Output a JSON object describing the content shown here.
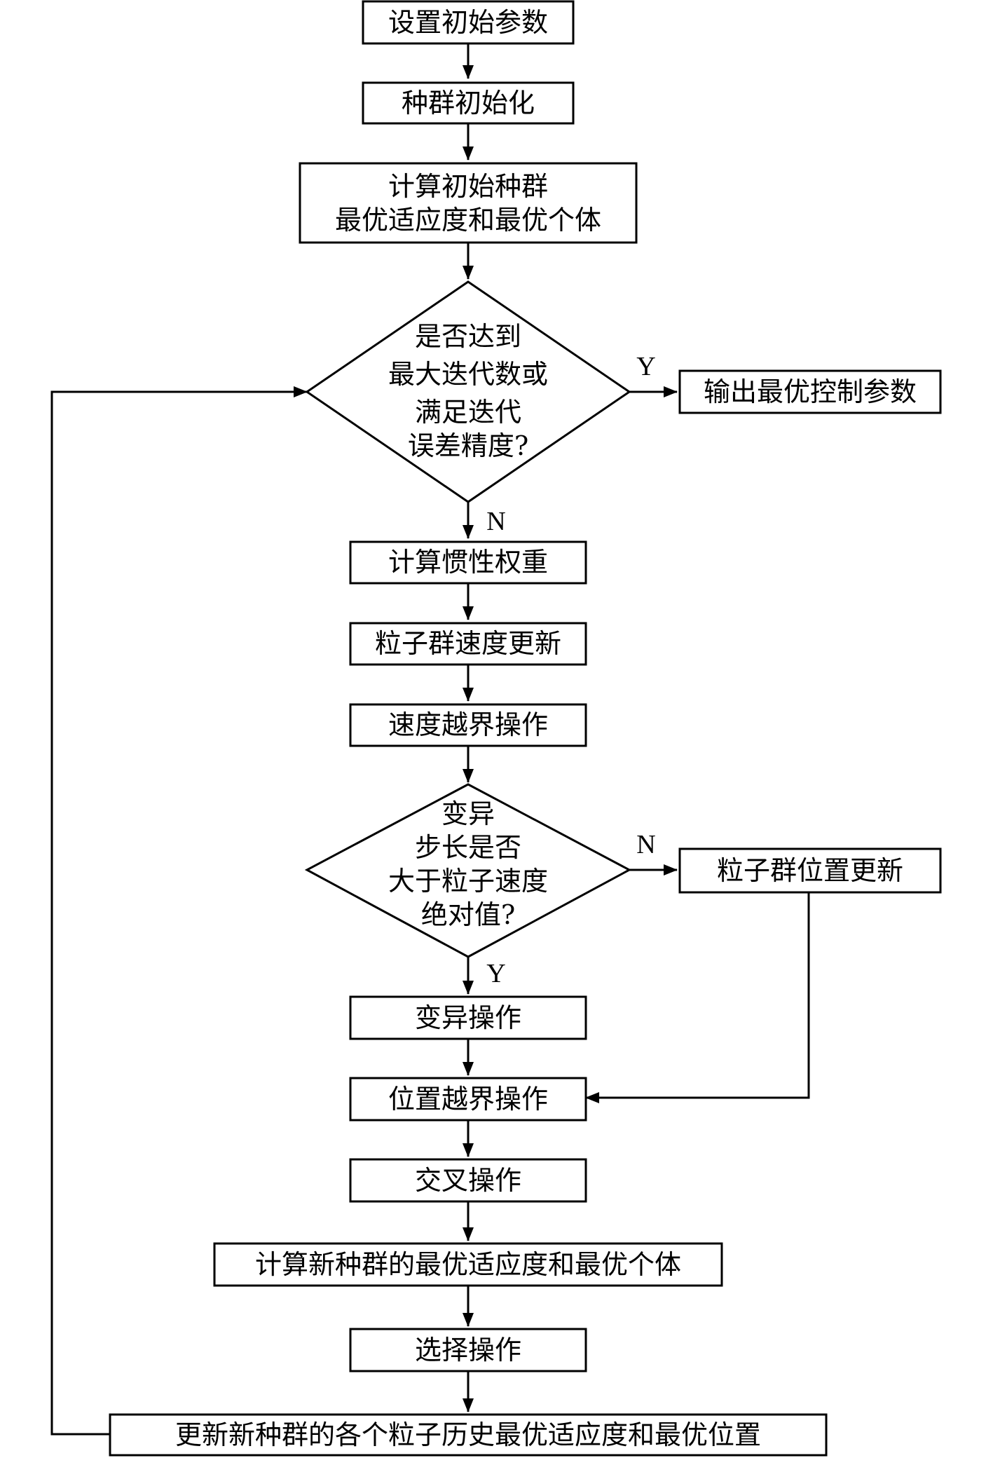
{
  "nodes": {
    "set_params": "设置初始参数",
    "init_pop": "种群初始化",
    "calc_init": [
      "计算初始种群",
      "最优适应度和最优个体"
    ],
    "check_stop": [
      "是否达到",
      "最大迭代数或",
      "满足迭代",
      "误差精度?"
    ],
    "output": "输出最优控制参数",
    "inertia": "计算惯性权重",
    "velocity_update": "粒子群速度更新",
    "velocity_bound": "速度越界操作",
    "check_mutation": [
      "变异",
      "步长是否",
      "大于粒子速度",
      "绝对值?"
    ],
    "position_update": "粒子群位置更新",
    "mutation": "变异操作",
    "position_bound": "位置越界操作",
    "crossover": "交叉操作",
    "calc_new": "计算新种群的最优适应度和最优个体",
    "selection": "选择操作",
    "update_history": "更新新种群的各个粒子历史最优适应度和最优位置"
  },
  "edge_labels": {
    "stop_yes": "Y",
    "stop_no": "N",
    "mutation_no": "N",
    "mutation_yes": "Y"
  }
}
